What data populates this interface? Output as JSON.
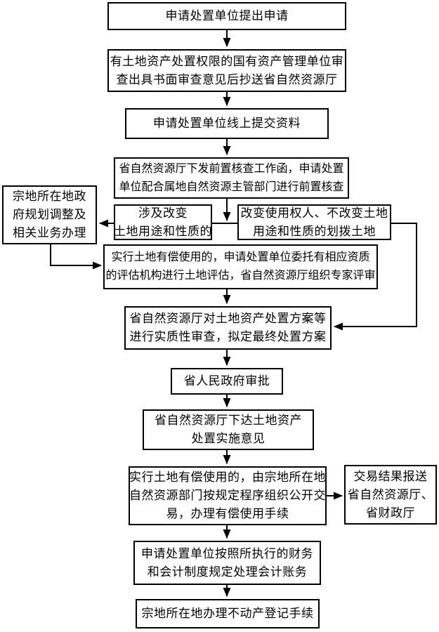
{
  "diagram": {
    "type": "flowchart",
    "background_color": "#ffffff",
    "line_color": "#000000",
    "nodes": [
      {
        "id": "submit-application",
        "text": "申请处置单位提出申请"
      },
      {
        "id": "asset-authority-review",
        "text": "有土地资产处置权限的国有资产管理单位审\n查出具书面审查意见后抄送省自然资源厅"
      },
      {
        "id": "online-submission",
        "text": "申请处置单位线上提交资料"
      },
      {
        "id": "pre-check",
        "text": "省自然资源厅下发前置核查工作函，申请处置\n单位配合属地自然资源主管部门进行前置核查"
      },
      {
        "id": "local-gov-planning",
        "text": "宗地所在地政\n府规划调整及\n相关业务办理"
      },
      {
        "id": "change-of-use",
        "text": "涉及改变\n土地用途和性质的"
      },
      {
        "id": "allocated-land-no-change",
        "text": "改变使用权人、不改变土地\n用途和性质的划拨土地"
      },
      {
        "id": "land-valuation",
        "text": "实行土地有偿使用的，申请处置单位委托有相应资质\n的评估机构进行土地评估，省自然资源厅组织专家评审"
      },
      {
        "id": "substantive-review",
        "text": "省自然资源厅对土地资产处置方案等\n进行实质性审查，拟定最终处置方案"
      },
      {
        "id": "provincial-government-approval",
        "text": "省人民政府审批"
      },
      {
        "id": "implementation-opinion",
        "text": "省自然资源厅下达土地资产\n处置实施意见"
      },
      {
        "id": "public-trading",
        "text": "实行土地有偿使用的，由宗地所在地\n自然资源部门按规定程序组织公开交\n易，办理有偿使用手续"
      },
      {
        "id": "report-trading-results",
        "text": "交易结果报送\n省自然资源厅、\n省财政厅"
      },
      {
        "id": "accounting-treatment",
        "text": "申请处置单位按照所执行的财务\n和会计制度规定处理会计账务"
      },
      {
        "id": "real-estate-registration",
        "text": "宗地所在地办理不动产登记手续"
      }
    ],
    "edges": [
      {
        "from": "submit-application",
        "to": "asset-authority-review"
      },
      {
        "from": "asset-authority-review",
        "to": "online-submission"
      },
      {
        "from": "online-submission",
        "to": "pre-check"
      },
      {
        "from": "pre-check",
        "to": "change-of-use / allocated-land-no-change"
      },
      {
        "from": "change-of-use",
        "to": "local-gov-planning"
      },
      {
        "from": "local-gov-planning",
        "to": "land-valuation"
      },
      {
        "from": "allocated-land-no-change",
        "to": "substantive-review"
      },
      {
        "from": "land-valuation",
        "to": "substantive-review"
      },
      {
        "from": "substantive-review",
        "to": "provincial-government-approval"
      },
      {
        "from": "provincial-government-approval",
        "to": "implementation-opinion"
      },
      {
        "from": "implementation-opinion",
        "to": "public-trading"
      },
      {
        "from": "public-trading",
        "to": "report-trading-results"
      },
      {
        "from": "public-trading",
        "to": "accounting-treatment"
      },
      {
        "from": "accounting-treatment",
        "to": "real-estate-registration"
      }
    ]
  }
}
